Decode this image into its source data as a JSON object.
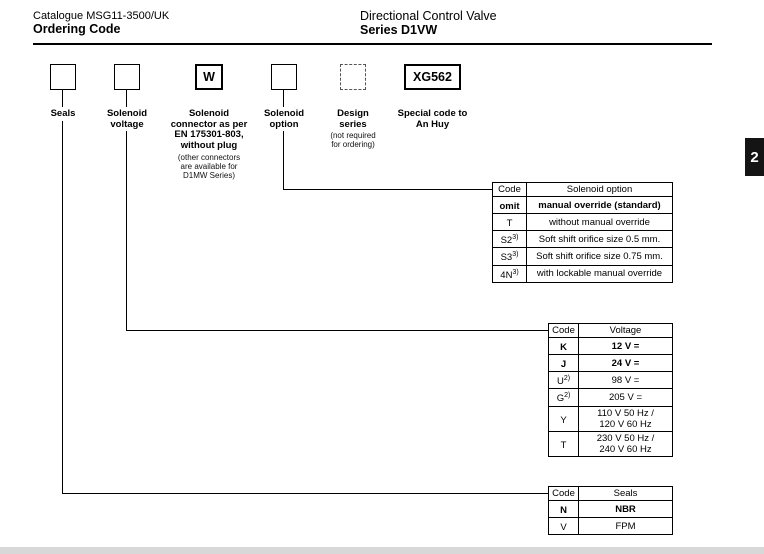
{
  "header": {
    "catalogue": "Catalogue MSG11-3500/UK",
    "page_title": "Ordering Code",
    "product": "Directional Control Valve",
    "series": "Series D1VW",
    "page_tab": "2"
  },
  "colors": {
    "ink": "#000000",
    "page_tab_bg": "#141414"
  },
  "boxes": [
    {
      "value": "",
      "label": "Seals"
    },
    {
      "value": "",
      "label": "Solenoid\nvoltage"
    },
    {
      "value": "W",
      "label": "Solenoid\nconnector as per\nEN 175301-803,\nwithout plug",
      "note": "(other connectors\nare available for\nD1MW Series)"
    },
    {
      "value": "",
      "label": "Solenoid\noption"
    },
    {
      "value": "",
      "label": "Design\nseries",
      "note": "(not required\nfor ordering)"
    },
    {
      "value": "XG562",
      "label": "Special code to\nAn Huy"
    }
  ],
  "tables": {
    "solenoid_option": {
      "headers": [
        "Code",
        "Solenoid option"
      ],
      "rows": [
        {
          "code": "omit",
          "sup": "",
          "label": "manual override (standard)"
        },
        {
          "code": "T",
          "sup": "",
          "label": "without manual override"
        },
        {
          "code": "S2",
          "sup": "3)",
          "label": "Soft shift orifice size 0.5 mm."
        },
        {
          "code": "S3",
          "sup": "3)",
          "label": "Soft shift orifice size 0.75 mm."
        },
        {
          "code": "4N",
          "sup": "3)",
          "label": "with lockable manual override"
        }
      ]
    },
    "voltage": {
      "headers": [
        "Code",
        "Voltage"
      ],
      "rows": [
        {
          "code": "K",
          "sup": "",
          "label": "12 V ="
        },
        {
          "code": "J",
          "sup": "",
          "label": "24 V ="
        },
        {
          "code": "U",
          "sup": "2)",
          "label": "98 V ="
        },
        {
          "code": "G",
          "sup": "2)",
          "label": "205 V ="
        },
        {
          "code": "Y",
          "sup": "",
          "label": "110 V 50 Hz /\n120 V 60 Hz"
        },
        {
          "code": "T",
          "sup": "",
          "label": "230 V 50 Hz /\n240 V 60 Hz"
        }
      ]
    },
    "seals": {
      "headers": [
        "Code",
        "Seals"
      ],
      "rows": [
        {
          "code": "N",
          "sup": "",
          "label": "NBR"
        },
        {
          "code": "V",
          "sup": "",
          "label": "FPM"
        }
      ]
    }
  }
}
